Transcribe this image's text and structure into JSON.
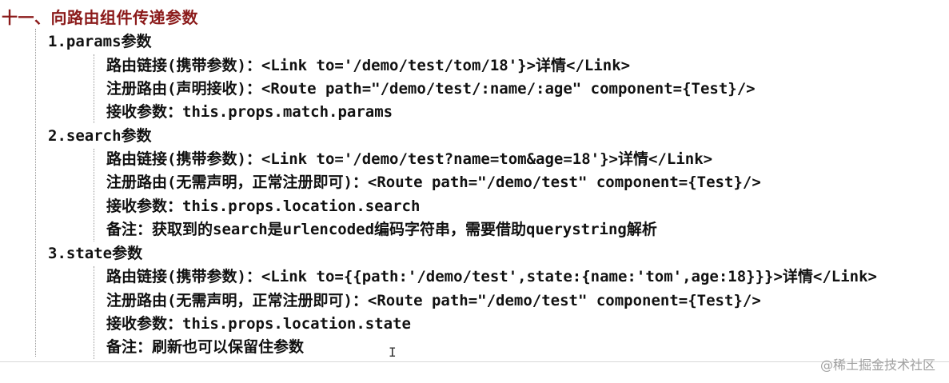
{
  "title": "十一、向路由组件传递参数",
  "sections": [
    {
      "heading": "1.params参数",
      "lines": [
        "路由链接(携带参数)：<Link to='/demo/test/tom/18'}>详情</Link>",
        "注册路由(声明接收)：<Route path=\"/demo/test/:name/:age\" component={Test}/>",
        "接收参数：this.props.match.params"
      ]
    },
    {
      "heading": "2.search参数",
      "lines": [
        "路由链接(携带参数)：<Link to='/demo/test?name=tom&age=18'}>详情</Link>",
        "注册路由(无需声明，正常注册即可)：<Route path=\"/demo/test\" component={Test}/>",
        "接收参数：this.props.location.search",
        "备注：获取到的search是urlencoded编码字符串，需要借助querystring解析"
      ]
    },
    {
      "heading": "3.state参数",
      "lines": [
        "路由链接(携带参数)：<Link to={{path:'/demo/test',state:{name:'tom',age:18}}}>详情</Link>",
        "注册路由(无需声明，正常注册即可)：<Route path=\"/demo/test\" component={Test}/>",
        "接收参数：this.props.location.state",
        "备注：刷新也可以保留住参数"
      ]
    }
  ],
  "watermark": "@稀土掘金技术社区",
  "cursor_glyph": "I"
}
